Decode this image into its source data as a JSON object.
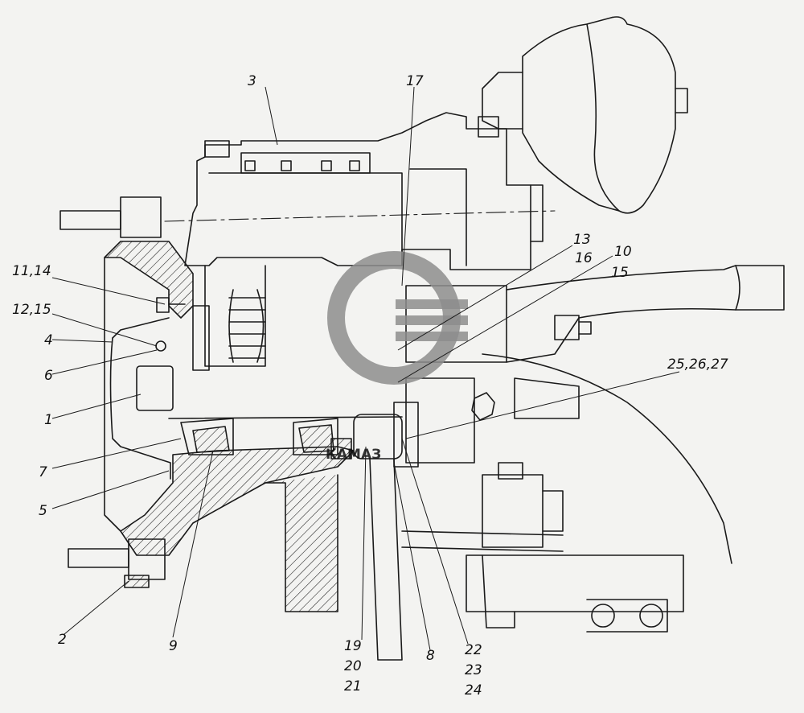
{
  "diagram": {
    "labels": {
      "l1": "1",
      "l2": "2",
      "l3": "3",
      "l4": "4",
      "l5": "5",
      "l6": "6",
      "l7": "7",
      "l8": "8",
      "l9": "9",
      "l11_14": "11,14",
      "l12_15": "12,15",
      "l13": "13",
      "l16": "16",
      "l10": "10",
      "l15": "15",
      "l17": "17",
      "l25_27": "25,26,27",
      "l19": "19",
      "l20": "20",
      "l21": "21",
      "l22": "22",
      "l23": "23",
      "l24": "24"
    },
    "watermark": {
      "text": "КАМАЗ",
      "color": "#8d8d8d"
    },
    "colors": {
      "line": "#1a1a1a",
      "paper": "#f3f3f1"
    }
  }
}
